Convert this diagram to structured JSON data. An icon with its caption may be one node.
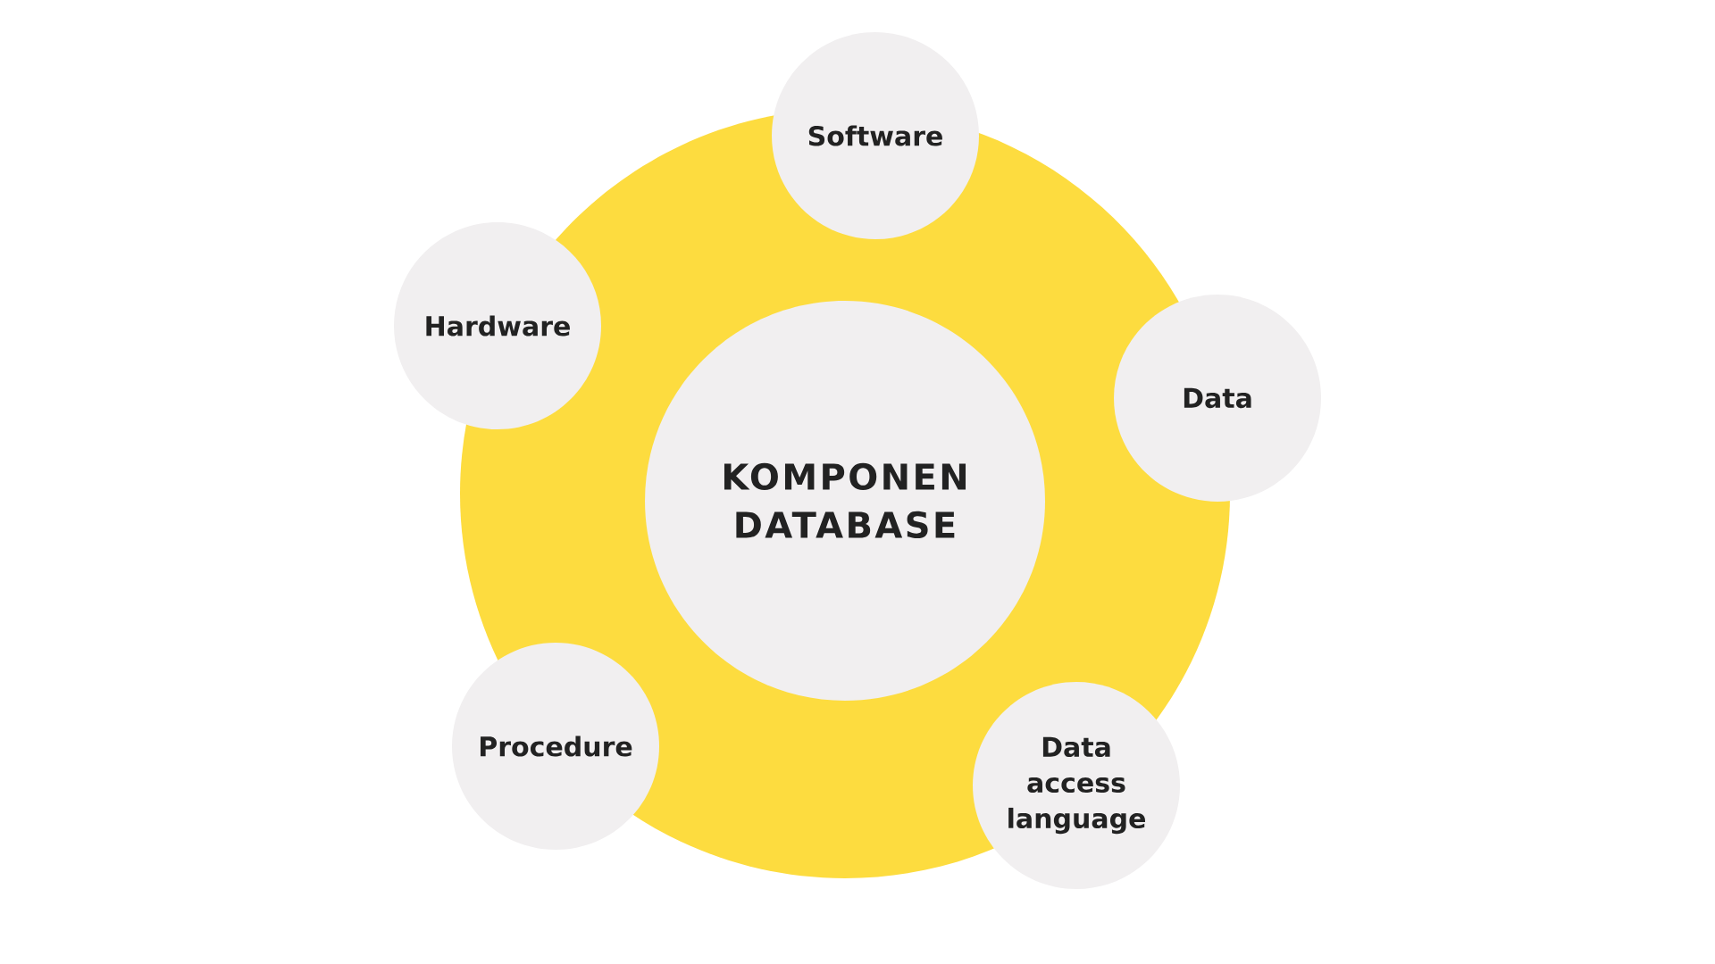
{
  "diagram": {
    "nodes": [
      {
        "text": [
          "KOMPONEN DATABASE"
        ]
      },
      {
        "text": [
          "Software"
        ]
      },
      {
        "text": [
          "Hardware"
        ]
      },
      {
        "text": [
          "Data"
        ]
      },
      {
        "text": [
          "Procedure"
        ]
      },
      {
        "text": [
          "Data access language"
        ]
      }
    ]
  }
}
